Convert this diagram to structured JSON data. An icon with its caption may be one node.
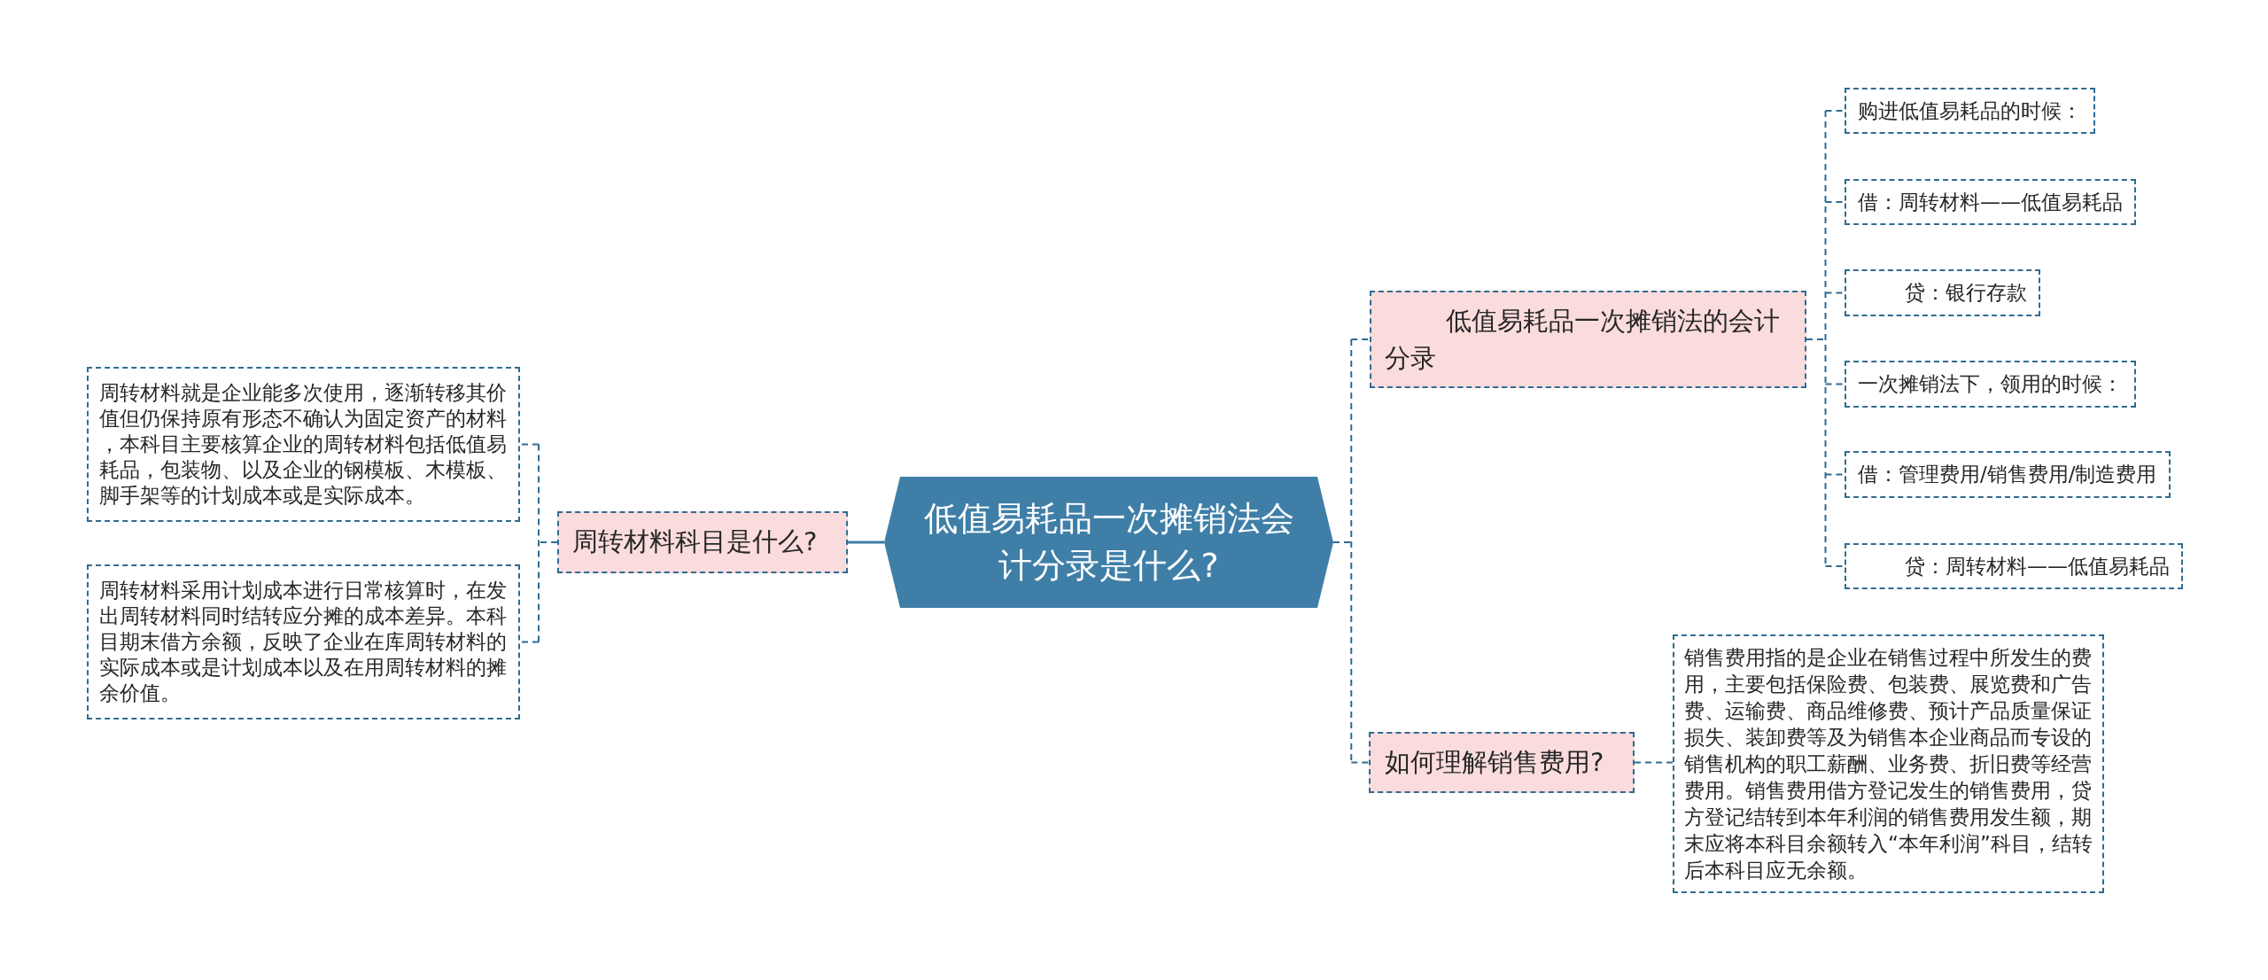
{
  "diagram": {
    "nodes": [
      {
        "text": [
          "低值易耗品一次摊销法会计分录是什么?"
        ]
      },
      {
        "text": [
          "周转材料科目是什么?"
        ]
      },
      {
        "text": [
          "周转材料就是企业能多次使用，逐渐转移其价值但仍保持原有形态不确认为固定资产的材料，本科目主要核算企业的周转材料包括低值易耗品，包装物、以及企业的钢模板、木模板、脚手架等的计划成本或是实际成本。"
        ]
      },
      {
        "text": [
          "周转材料采用计划成本进行日常核算时，在发出周转材料同时结转应分摊的成本差异。本科目期末借方余额，反映了企业在库周转材料的实际成本或是计划成本以及在用周转材料的摊余价值。"
        ]
      },
      {
        "text": [
          "低值易耗品一次摊销法的会计分录"
        ]
      },
      {
        "text": [
          "购进低值易耗品的时候："
        ]
      },
      {
        "text": [
          "借：周转材料——低值易耗品"
        ]
      },
      {
        "text": [
          "贷：银行存款"
        ]
      },
      {
        "text": [
          "一次摊销法下，领用的时候："
        ]
      },
      {
        "text": [
          "借：管理费用/销售费用/制造费用"
        ]
      },
      {
        "text": [
          "贷：周转材料——低值易耗品"
        ]
      },
      {
        "text": [
          "如何理解销售费用?"
        ]
      },
      {
        "text": [
          "销售费用指的是企业在销售过程中所发生的费用，主要包括保险费、包装费、展览费和广告费、运输费、商品维修费、预计产品质量保证损失、装卸费等及为销售本企业商品而专设的销售机构的职工薪酬、业务费、折旧费等经营费用。销售费用借方登记发生的销售费用，贷方登记结转到本年利润的销售费用发生额，期末应将本科目余额转入“本年利润”科目，结转后本科目应无余额。"
        ]
      }
    ],
    "edges": [
      {
        "from": 0,
        "to": 1,
        "arrow": "none"
      },
      {
        "from": 1,
        "to": 2,
        "arrow": "none",
        "style": "dashed"
      },
      {
        "from": 1,
        "to": 3,
        "arrow": "none",
        "style": "dashed"
      },
      {
        "from": 0,
        "to": 4,
        "arrow": "none",
        "style": "dashed"
      },
      {
        "from": 0,
        "to": 11,
        "arrow": "none",
        "style": "dashed"
      },
      {
        "from": 4,
        "to": 5,
        "arrow": "none",
        "style": "dashed"
      },
      {
        "from": 4,
        "to": 6,
        "arrow": "none",
        "style": "dashed"
      },
      {
        "from": 4,
        "to": 7,
        "arrow": "none",
        "style": "dashed"
      },
      {
        "from": 4,
        "to": 8,
        "arrow": "none",
        "style": "dashed"
      },
      {
        "from": 4,
        "to": 9,
        "arrow": "none",
        "style": "dashed"
      },
      {
        "from": 4,
        "to": 10,
        "arrow": "none",
        "style": "dashed"
      },
      {
        "from": 11,
        "to": 12,
        "arrow": "none",
        "style": "dashed"
      }
    ]
  }
}
